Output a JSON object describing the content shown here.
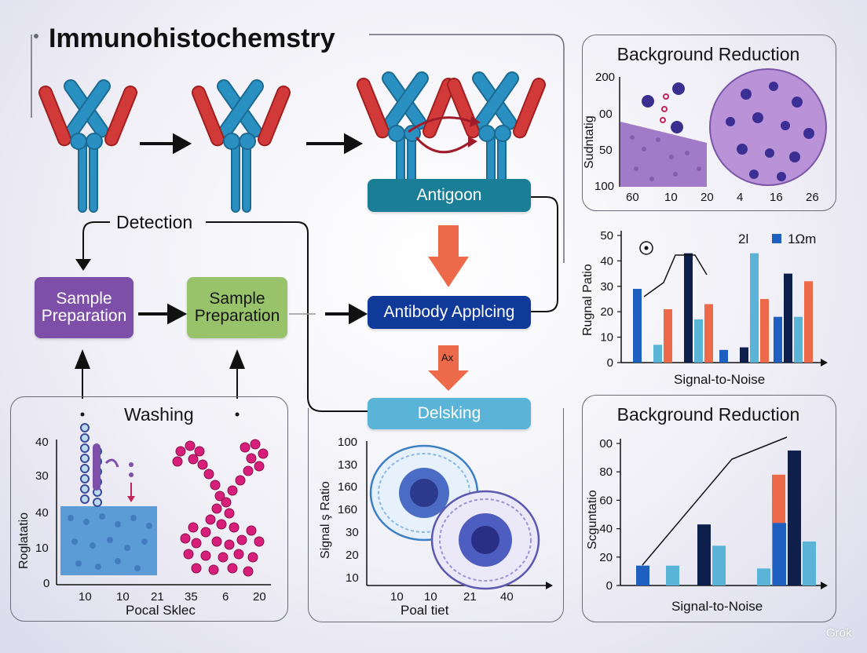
{
  "title": "Immunohistochemstry",
  "flow": {
    "detection_label": "Detection",
    "sample_prep_1": "Sample Preparation",
    "sample_prep_2": "Sample Preparation",
    "antigoon": "Antigoon",
    "antibody_applying": "Antibody Applcing",
    "ax_label": "Ax",
    "delsking": "Delsking"
  },
  "panel_top_right": {
    "title": "Background Reduction",
    "ylabel": "Sudntatig",
    "y_ticks": [
      "200",
      "00",
      "50",
      "100"
    ],
    "x_ticks": [
      "60",
      "10",
      "20",
      "4",
      "16",
      "26"
    ]
  },
  "panel_mid_right": {
    "ylabel": "Rugnal Patio",
    "xlabel": "Signal-to-Noise",
    "legend": [
      "2l",
      "1Ωm"
    ]
  },
  "panel_bottom_left": {
    "title": "Washing",
    "ylabel": "Roglatatio",
    "xlabel": "Pocal Sklec",
    "y_ticks": [
      "40",
      "30",
      "40",
      "10",
      "0"
    ],
    "x_ticks": [
      "10",
      "10",
      "21",
      "35",
      "6",
      "20"
    ]
  },
  "panel_bottom_mid": {
    "ylabel": "Signal ş Ratio",
    "xlabel": "Poal tiet",
    "y_ticks": [
      "100",
      "130",
      "160",
      "160",
      "30",
      "20",
      "10"
    ],
    "x_ticks": [
      "10",
      "10",
      "21",
      "40"
    ]
  },
  "panel_bottom_right": {
    "title": "Background Reduction",
    "ylabel": "Scguntatio",
    "xlabel": "Signal-to-Noise"
  },
  "watermark": "Grok",
  "colors": {
    "antibody_blue": "#2a8fc1",
    "antibody_red": "#d23a3a",
    "purple_node": "#7d4fa8",
    "green_node": "#98c36a",
    "teal_node": "#1a7f96",
    "navy_node": "#103a9a",
    "light_node": "#5ab4d8",
    "orange_arrow": "#ec6a4a"
  },
  "chart_data": [
    {
      "type": "bar",
      "ylabel": "Rugnal Patio",
      "xlabel": "Signal-to-Noise",
      "y_ticks": [
        "50",
        "40",
        "30",
        "20",
        "10",
        "0"
      ],
      "ylim": [
        0,
        50
      ],
      "series": [
        {
          "name": "",
          "values": [
            29,
            0,
            0,
            18
          ]
        },
        {
          "name": "",
          "values": [
            0,
            43,
            6,
            35
          ]
        },
        {
          "name": "",
          "values": [
            7,
            17,
            43,
            18
          ]
        },
        {
          "name": "",
          "values": [
            21,
            23,
            25,
            32
          ]
        }
      ],
      "extra_bars": [
        {
          "group": 2,
          "value": 5
        }
      ],
      "legend": [
        "2l",
        "1Ωm"
      ]
    },
    {
      "type": "bar",
      "ylabel": "Scguntatio",
      "xlabel": "Signal-to-Noise",
      "y_ticks": [
        "00",
        "80",
        "60",
        "40",
        "20",
        "0"
      ],
      "ylim": [
        0,
        100
      ],
      "series": [
        {
          "name": "",
          "values": [
            14,
            0,
            0,
            44
          ]
        },
        {
          "name": "",
          "values": [
            0,
            43,
            0,
            95
          ]
        },
        {
          "name": "",
          "values": [
            14,
            28,
            12,
            31
          ]
        },
        {
          "name": "",
          "values": [
            0,
            0,
            78,
            0
          ]
        }
      ]
    }
  ]
}
